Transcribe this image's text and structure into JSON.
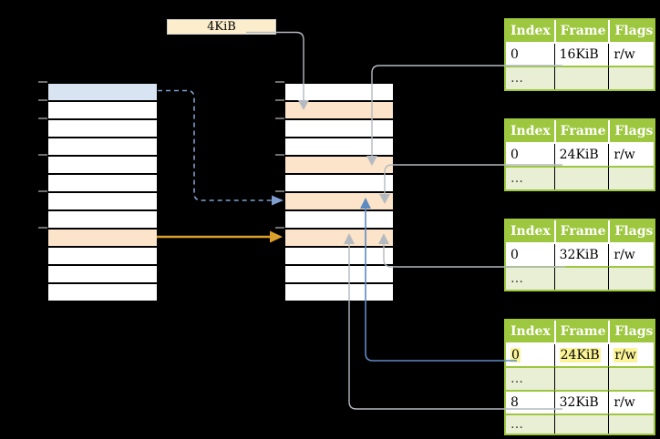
{
  "background_color": "#000000",
  "frame_size_label": {
    "text": "4KiB"
  },
  "memory_columns": {
    "left": {
      "rows": [
        "blue",
        "white",
        "white",
        "white",
        "white",
        "white",
        "white",
        "white",
        "orange",
        "white",
        "white",
        "white"
      ]
    },
    "middle": {
      "rows": [
        "white",
        "orange",
        "white",
        "white",
        "orange",
        "white",
        "orange",
        "white",
        "orange",
        "white",
        "white",
        "white"
      ]
    }
  },
  "page_tables": [
    {
      "name": "page-table-1",
      "headers": [
        "Index",
        "Frame",
        "Flags"
      ],
      "rows": [
        {
          "cells": [
            "0",
            "16KiB",
            "r/w"
          ],
          "shade": "white"
        },
        {
          "cells": [
            "…",
            "",
            ""
          ],
          "shade": "green"
        }
      ]
    },
    {
      "name": "page-table-2",
      "headers": [
        "Index",
        "Frame",
        "Flags"
      ],
      "rows": [
        {
          "cells": [
            "0",
            "24KiB",
            "r/w"
          ],
          "shade": "white"
        },
        {
          "cells": [
            "…",
            "",
            ""
          ],
          "shade": "green"
        }
      ]
    },
    {
      "name": "page-table-3",
      "headers": [
        "Index",
        "Frame",
        "Flags"
      ],
      "rows": [
        {
          "cells": [
            "0",
            "32KiB",
            "r/w"
          ],
          "shade": "white"
        },
        {
          "cells": [
            "…",
            "",
            ""
          ],
          "shade": "green"
        }
      ]
    },
    {
      "name": "page-table-4",
      "headers": [
        "Index",
        "Frame",
        "Flags"
      ],
      "rows": [
        {
          "cells": [
            "0",
            "24KiB",
            "r/w"
          ],
          "shade": "white",
          "highlighted": true
        },
        {
          "cells": [
            "…",
            "",
            ""
          ],
          "shade": "green"
        },
        {
          "cells": [
            "8",
            "32KiB",
            "r/w"
          ],
          "shade": "white"
        },
        {
          "cells": [
            "…",
            "",
            ""
          ],
          "shade": "green"
        }
      ]
    }
  ],
  "connections": [
    "4KiB label -> middle column frame row 2 (gray arrow down)",
    "page-table-1 frame 16KiB -> middle column frame row 5 (gray arrow down)",
    "page-table-2 frame 24KiB -> middle column frame row 7 (gray arrow down)",
    "page-table-3 frame 32KiB -> middle column frame row 9 (gray arrow up)",
    "page-table-4 row 0 frame 24KiB -> middle column frame row 7 (blue arrow up)",
    "page-table-4 row 8 frame 32KiB -> middle column frame row 9 (gray arrow up)",
    "left column row 1 (blue page) -> middle column frame row 7 (dashed blue arrow)",
    "left column row 9 (orange page) -> middle column frame row 9 (orange arrow)"
  ],
  "colors": {
    "table_header_green": "#9cc73e",
    "table_alt_row_green": "#e8efd5",
    "highlight_yellow": "#faf398",
    "page_blue": "#d9e4f2",
    "page_orange": "#fce4ca",
    "label_cream": "#fceecd",
    "arrow_gray": "#b4bac0",
    "arrow_blue": "#5d8ac1",
    "arrow_blue_dashed": "#7f9fd0",
    "arrow_orange": "#dca12b",
    "tick_gray": "#8b8b8b"
  }
}
